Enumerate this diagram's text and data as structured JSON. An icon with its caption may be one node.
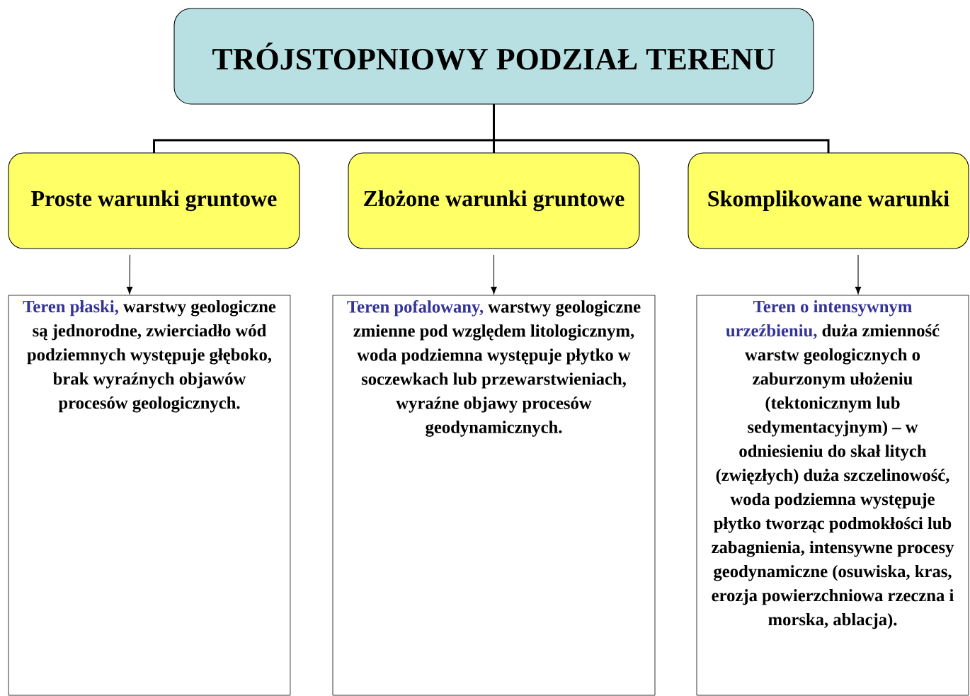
{
  "diagram": {
    "nodes": [
      {
        "text": [
          "TRÓJSTOPNIOWY PODZIAŁ TERENU"
        ]
      },
      {
        "text": [
          "Proste warunki gruntowe"
        ]
      },
      {
        "text": [
          "Złożone warunki gruntowe"
        ]
      },
      {
        "text": [
          "Skomplikowane warunki"
        ]
      },
      {
        "text": [
          "Teren płaski,",
          "warstwy geologiczne są jednorodne, zwierciadło wód podziemnych występuje głęboko, brak wyraźnych objawów procesów geologicznych."
        ]
      },
      {
        "text": [
          "Teren pofalowany,",
          "warstwy geologiczne zmienne pod względem litologicznym, woda podziemna występuje płytko w soczewkach lub przewarstwieniach, wyraźne objawy procesów geodynamicznych."
        ]
      },
      {
        "text": [
          "Teren o intensywnym urzeźbieniu,",
          "duża zmienność warstw geologicznych o zaburzonym ułożeniu (tektonicznym lub sedymentacyjnym) – w odniesieniu do skał litych (zwięzłych) duża szczelinowość, woda podziemna występuje płytko tworząc podmokłości lub zabagnienia, intensywne procesy geodynamiczne (osuwiska, kras, erozja powierzchniowa rzeczna i morska, ablacja)."
        ]
      }
    ],
    "edges": [
      {
        "from": 0,
        "to": 1,
        "arrow": "none"
      },
      {
        "from": 0,
        "to": 2,
        "arrow": "none"
      },
      {
        "from": 0,
        "to": 3,
        "arrow": "none"
      },
      {
        "from": 1,
        "to": 4,
        "arrow": "to"
      },
      {
        "from": 2,
        "to": 5,
        "arrow": "to"
      },
      {
        "from": 3,
        "to": 6,
        "arrow": "to"
      }
    ]
  }
}
